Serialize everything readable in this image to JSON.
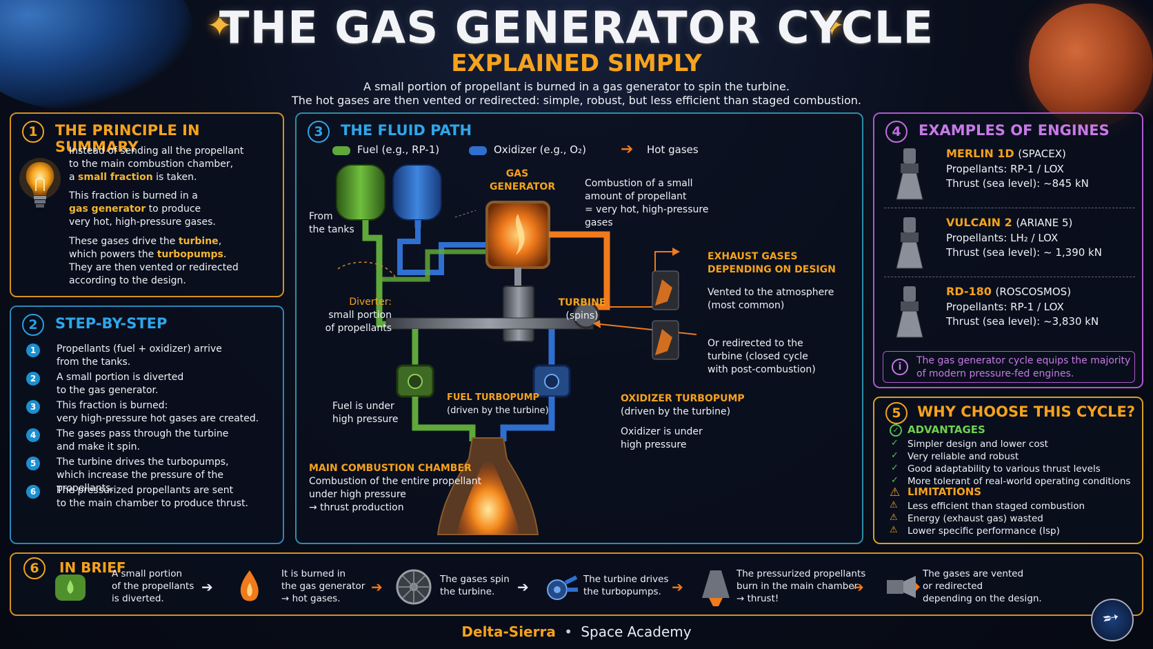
{
  "header": {
    "title": "THE GAS GENERATOR CYCLE",
    "subtitle": "EXPLAINED SIMPLY",
    "intro_line1": "A small portion of propellant is burned in a gas generator to spin the turbine.",
    "intro_line2": "The hot gases are then vented or redirected: simple, robust, but less efficient than staged combustion."
  },
  "principle": {
    "number": "1",
    "title": "THE PRINCIPLE IN SUMMARY",
    "p1_a": "Instead of sending all the propellant",
    "p1_b": "to the main combustion chamber,",
    "p1_c_pre": "a ",
    "p1_c_hl": "small fraction",
    "p1_c_post": " is taken.",
    "p2_a": "This fraction is burned in a",
    "p2_b_hl": "gas generator",
    "p2_b_post": " to produce",
    "p2_c": "very hot, high-pressure gases.",
    "p3_a_pre": "These gases drive the ",
    "p3_a_hl": "turbine",
    "p3_a_post": ",",
    "p3_b_pre": "which powers the ",
    "p3_b_hl": "turbopumps",
    "p3_b_post": ".",
    "p3_c": "They are then vented or redirected",
    "p3_d": "according to the design."
  },
  "steps": {
    "number": "2",
    "title": "STEP-BY-STEP",
    "items": [
      {
        "n": "1",
        "a": "Propellants (fuel + oxidizer) arrive",
        "b": "from the tanks."
      },
      {
        "n": "2",
        "a": "A small portion is diverted",
        "b": "to the gas generator."
      },
      {
        "n": "3",
        "a": "This fraction is burned:",
        "b": "very high-pressure hot gases are created."
      },
      {
        "n": "4",
        "a": "The gases pass through the turbine",
        "b": "and make it spin."
      },
      {
        "n": "5",
        "a": "The turbine drives the turbopumps,",
        "b": "which increase the pressure of the propellants."
      },
      {
        "n": "6",
        "a": "The pressurized propellants are sent",
        "b": "to the main chamber to produce thrust."
      }
    ]
  },
  "fluid": {
    "number": "3",
    "title": "THE FLUID PATH",
    "legend_fuel": "Fuel (e.g., RP-1)",
    "legend_ox": "Oxidizer (e.g., O₂)",
    "legend_hot": "Hot gases",
    "from_tanks_a": "From",
    "from_tanks_b": "the tanks",
    "gg_a": "GAS",
    "gg_b": "GENERATOR",
    "gg_desc_a": "Combustion of a small",
    "gg_desc_b": "amount of propellant",
    "gg_desc_c": "= very hot, high-pressure",
    "gg_desc_d": "gases",
    "diverter_a": "Diverter:",
    "diverter_b": "small portion",
    "diverter_c": "of propellants",
    "turbine_a": "TURBINE",
    "turbine_b": "(spins)",
    "exhaust_a": "EXHAUST GASES",
    "exhaust_b": "DEPENDING ON DESIGN",
    "vent_a": "Vented to the atmosphere",
    "vent_b": "(most common)",
    "redir_a": "Or redirected to the",
    "redir_b": "turbine (closed cycle",
    "redir_c": "with post-combustion)",
    "fuel_tp_a": "FUEL TURBOPUMP",
    "fuel_tp_b": "(driven by the turbine)",
    "ox_tp_a": "OXIDIZER TURBOPUMP",
    "ox_tp_b": "(driven by the turbine)",
    "fuel_hp_a": "Fuel is under",
    "fuel_hp_b": "high pressure",
    "ox_hp_a": "Oxidizer is under",
    "ox_hp_b": "high pressure",
    "mcc_a": "MAIN COMBUSTION CHAMBER",
    "mcc_b": "Combustion of the entire propellant",
    "mcc_c": "under high pressure",
    "mcc_d": "→ thrust production",
    "colors": {
      "fuel": "#5fa83a",
      "ox": "#2f6fd0",
      "hot": "#f07a1c"
    }
  },
  "engines": {
    "number": "4",
    "title": "EXAMPLES OF ENGINES",
    "items": [
      {
        "name": "MERLIN 1D",
        "maker": "(SPACEX)",
        "prop": "Propellants: RP-1 / LOX",
        "thrust": "Thrust (sea level): ~845 kN"
      },
      {
        "name": "VULCAIN 2",
        "maker": "(ARIANE 5)",
        "prop": "Propellants: LH₂ / LOX",
        "thrust": "Thrust (sea level): ~ 1,390 kN"
      },
      {
        "name": "RD-180",
        "maker": "(ROSCOSMOS)",
        "prop": "Propellants: RP-1 / LOX",
        "thrust": "Thrust (sea level): ~3,830 kN"
      }
    ],
    "note_a": "The gas generator cycle equips the majority",
    "note_b": "of modern pressure-fed engines."
  },
  "why": {
    "number": "5",
    "title": "WHY CHOOSE THIS CYCLE?",
    "adv_title": "ADVANTAGES",
    "advantages": [
      "Simpler design and lower cost",
      "Very reliable and robust",
      "Good adaptability to various thrust levels",
      "More tolerant of real-world operating conditions"
    ],
    "lim_title": "LIMITATIONS",
    "limitations": [
      "Less efficient than staged combustion",
      "Energy (exhaust gas) wasted",
      "Lower specific performance (Isp)"
    ]
  },
  "brief": {
    "number": "6",
    "title": "IN BRIEF",
    "items": [
      {
        "a": "A small portion",
        "b": "of the propellants",
        "c": "is diverted."
      },
      {
        "a": "It is burned in",
        "b": "the gas generator",
        "c": "→ hot gases."
      },
      {
        "a": "The gases spin",
        "b": "the turbine.",
        "c": ""
      },
      {
        "a": "The turbine drives",
        "b": "the turbopumps.",
        "c": ""
      },
      {
        "a": "The pressurized propellants",
        "b": "burn in the main chamber",
        "c": "→ thrust!"
      },
      {
        "a": "The gases are vented",
        "b": "or redirected",
        "c": "depending on the design."
      }
    ]
  },
  "footer": {
    "brand": "Delta-Sierra",
    "sep": "•",
    "academy": "Space Academy"
  }
}
